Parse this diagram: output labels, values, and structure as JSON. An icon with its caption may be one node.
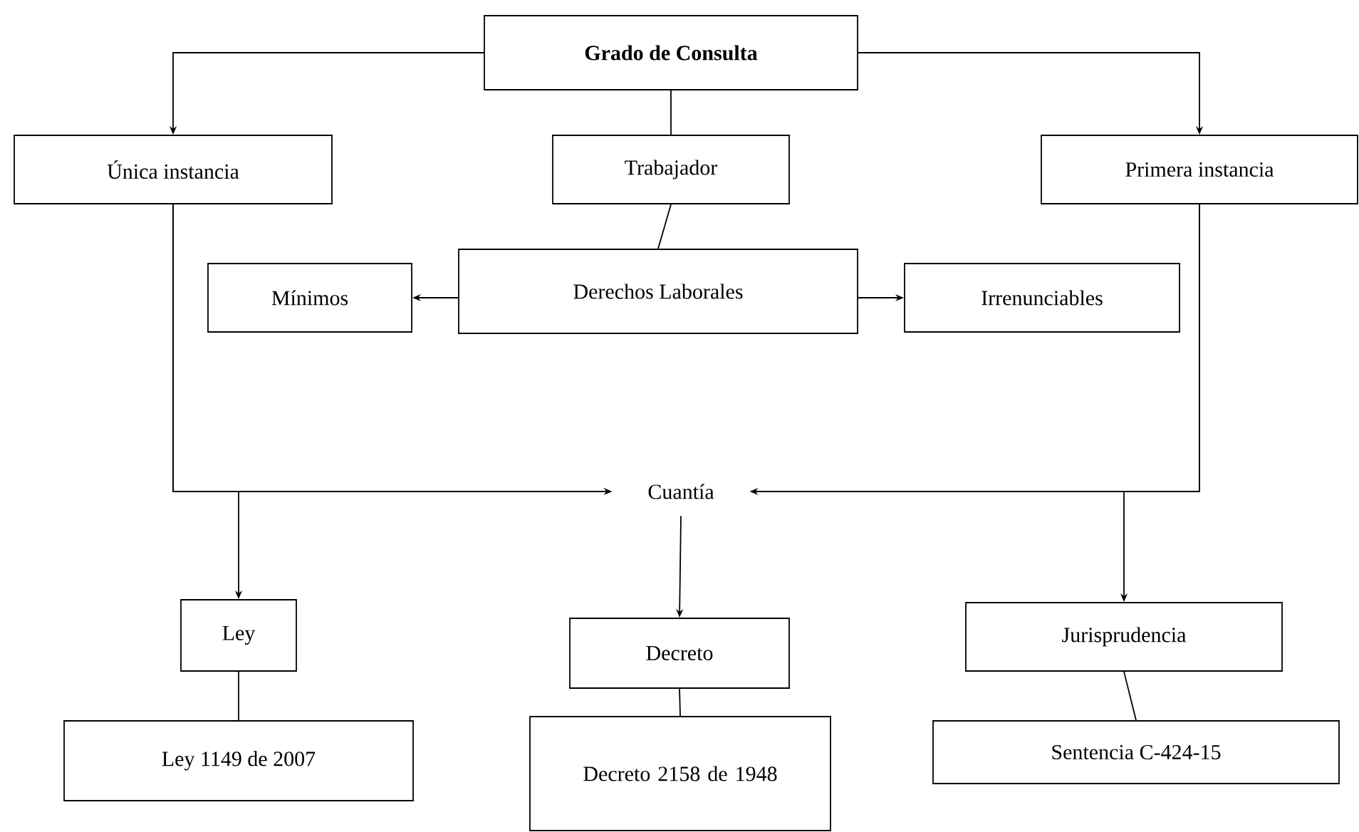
{
  "diagram": {
    "nodes": [
      {
        "text": [
          "Grado de Consulta"
        ]
      },
      {
        "text": [
          "Única instancia"
        ]
      },
      {
        "text": [
          "Trabajador"
        ]
      },
      {
        "text": [
          "Primera instancia"
        ]
      },
      {
        "text": [
          "Mínimos"
        ]
      },
      {
        "text": [
          "Derechos Laborales"
        ]
      },
      {
        "text": [
          "Irrenunciables"
        ]
      },
      {
        "text": [
          "Cuantía"
        ]
      },
      {
        "text": [
          "Ley"
        ]
      },
      {
        "text": [
          "Decreto"
        ]
      },
      {
        "text": [
          "Jurisprudencia"
        ]
      },
      {
        "text": [
          "Ley 1149 de 2007"
        ]
      },
      {
        "text": [
          "Decreto 2158 de 1948"
        ]
      },
      {
        "text": [
          "Sentencia C-424-15"
        ]
      }
    ],
    "edges": [
      {
        "from": 0,
        "to": 1,
        "arrow": "to"
      },
      {
        "from": 0,
        "to": 2,
        "arrow": "none"
      },
      {
        "from": 0,
        "to": 3,
        "arrow": "to"
      },
      {
        "from": 2,
        "to": 5,
        "arrow": "none"
      },
      {
        "from": 5,
        "to": 4,
        "arrow": "to"
      },
      {
        "from": 5,
        "to": 6,
        "arrow": "to"
      },
      {
        "from": 1,
        "to": 7,
        "arrow": "to"
      },
      {
        "from": 1,
        "to": 8,
        "arrow": "to"
      },
      {
        "from": 3,
        "to": 7,
        "arrow": "to"
      },
      {
        "from": 3,
        "to": 10,
        "arrow": "to"
      },
      {
        "from": 7,
        "to": 9,
        "arrow": "to"
      },
      {
        "from": 8,
        "to": 11,
        "arrow": "none"
      },
      {
        "from": 9,
        "to": 12,
        "arrow": "none"
      },
      {
        "from": 10,
        "to": 13,
        "arrow": "none"
      }
    ]
  }
}
